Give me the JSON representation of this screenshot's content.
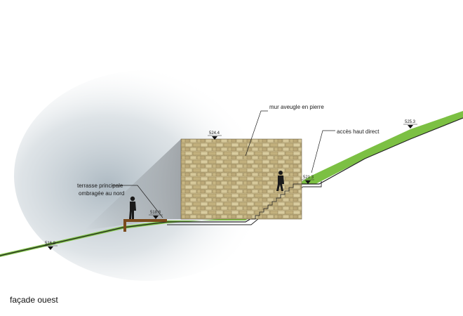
{
  "annotations": {
    "wall": "mur aveugle en pierre",
    "access": "accès haut direct",
    "terrace_line1": "terrasse principale",
    "terrace_line2": "ombragée au nord"
  },
  "levels": {
    "ground_low": "516.8",
    "terrace": "518.8",
    "wall_top": "524.4",
    "upper_landing": "521.3",
    "ground_high": "525.3"
  },
  "caption": "façade ouest",
  "colors": {
    "grass": "#7cc043",
    "stone": "#c9b98a",
    "wood": "#7a4a1c",
    "sky_haze": "#b8c4cc"
  }
}
